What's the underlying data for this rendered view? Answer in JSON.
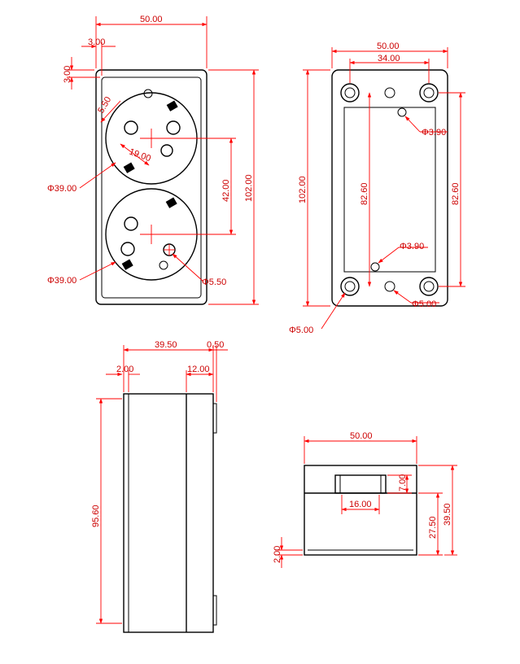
{
  "colors": {
    "outline": "#000000",
    "dimension": "#ff0000",
    "dimension_text": "#cc0000",
    "background": "#ffffff"
  },
  "front_view": {
    "width": "50.00",
    "frame": "3.00",
    "frame_v": "3.00",
    "small": "5.50",
    "pin_spacing": "19.00",
    "center_distance": "42.00",
    "height": "102.00",
    "socket1_dia": "Φ39.00",
    "socket2_dia": "Φ39.00",
    "pin_dia": "Φ5.50"
  },
  "back_view": {
    "width": "50.00",
    "hole_spacing": "34.00",
    "height": "102.00",
    "inner_left": "82.60",
    "inner_right": "82.60",
    "hole_top": "Φ3.90",
    "hole_bottom": "Φ3.90",
    "hole_mid": "Φ5.00",
    "hole_corner": "Φ5.00"
  },
  "side_view": {
    "depth": "39.50",
    "lip": "0.50",
    "front_step": "2.00",
    "back_part": "12.00",
    "height": "95.60"
  },
  "bottom_view": {
    "width": "50.00",
    "slot_height": "7.00",
    "slot_width": "16.00",
    "body_height": "27.50",
    "total_height": "39.50",
    "base": "2.00"
  }
}
